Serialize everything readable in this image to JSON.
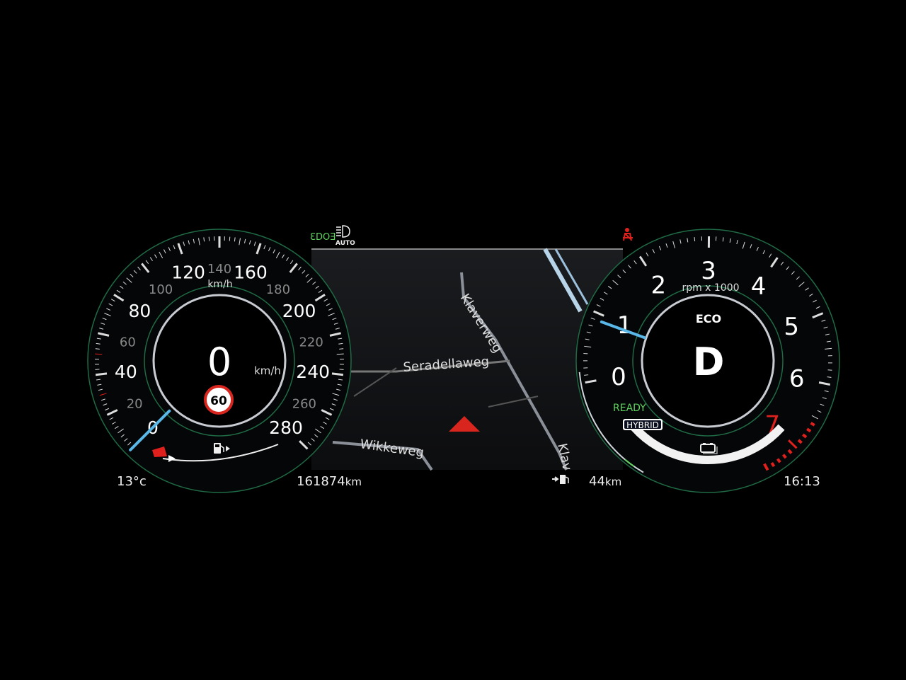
{
  "indicators": {
    "sidelights_icon": "sidelights-icon",
    "headlight_icon": "auto-headlight-icon",
    "headlight_label": "AUTO",
    "seatbelt_icon": "seatbelt-warning-icon",
    "colors": {
      "green": "#5fd35f",
      "red": "#e0201c"
    }
  },
  "speedometer": {
    "speed": "0",
    "unit": "km/h",
    "unit_top": "km/h",
    "speed_limit": "60",
    "labels": [
      {
        "v": 0,
        "t": "0"
      },
      {
        "v": 20,
        "t": "20"
      },
      {
        "v": 40,
        "t": "40"
      },
      {
        "v": 60,
        "t": "60"
      },
      {
        "v": 80,
        "t": "80"
      },
      {
        "v": 100,
        "t": "100"
      },
      {
        "v": 120,
        "t": "120"
      },
      {
        "v": 140,
        "t": "140"
      },
      {
        "v": 160,
        "t": "160"
      },
      {
        "v": 180,
        "t": "180"
      },
      {
        "v": 200,
        "t": "200"
      },
      {
        "v": 220,
        "t": "220"
      },
      {
        "v": 240,
        "t": "240"
      },
      {
        "v": 260,
        "t": "260"
      },
      {
        "v": 280,
        "t": "280"
      }
    ],
    "max": 280,
    "needle_value": 0,
    "fuel_icon": "fuel-pump-icon",
    "fuel_level_fraction": 0.05
  },
  "tachometer": {
    "gear": "D",
    "mode": "ECO",
    "unit": "rpm x 1000",
    "ready": "READY",
    "hybrid": "HYBRID",
    "labels": [
      "0",
      "1",
      "2",
      "3",
      "4",
      "5",
      "6",
      "7"
    ],
    "needle_value": 0.9,
    "battery_icon": "battery-icon",
    "battery_fraction": 0.95,
    "redline": 6.5
  },
  "map": {
    "streets": [
      "Klaverweg",
      "Seradellaweg",
      "Wikkeweg",
      "Klav"
    ],
    "nav_arrow": "navigation-arrow-icon"
  },
  "status": {
    "temperature": "13°c",
    "odometer": "161874",
    "odometer_unit": "km",
    "range_icon": "ev-charging-range-icon",
    "range": "44",
    "range_unit": "km",
    "time": "16:13"
  }
}
